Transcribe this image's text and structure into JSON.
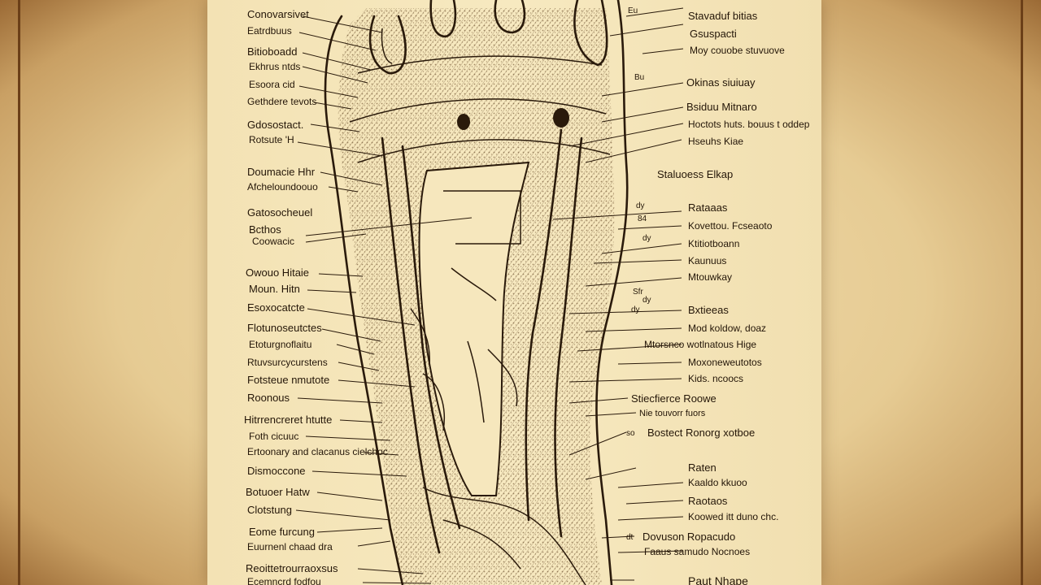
{
  "labels_left": [
    "Conovarsivet",
    "Eatrdbuus",
    "Bitioboadd",
    "Ekhrus ntds",
    "Esoora cid",
    "Gethdere tevots",
    "Gdosostact.",
    "Rotsute 'H",
    "Doumacie Hhr",
    "Afcheloundoouo",
    "Gatosocheuel",
    "Bcthos",
    "Coowacic",
    "Owouo Hitaie",
    "Moun. Hitn",
    "Esoxocatcte",
    "Flotunoseutctes",
    "Etoturgnoflaitu",
    "Rtuvsurcycurstens",
    "Fotsteue nmutote",
    "Roonous",
    "Hitrrencreret htutte",
    "Foth cicuuc",
    "Ertoonary and clacanus cielchoc",
    "Dismoccone",
    "Botuoer Hatw",
    "Clotstung",
    "Eome furcung",
    "Euurnenl chaad dra",
    "Reoittetrourraoxsus",
    "Ecemncrd fodfou"
  ],
  "labels_right": [
    "Stavaduf bitias",
    "Gsuspacti",
    "Moy couobe stuvuove",
    "Okinas siuiuay",
    "Bsiduu Mitnaro",
    "Hoctots huts. bouus t oddep",
    "Hseuhs Kiae",
    "Staluoess Elkap",
    "Rataaas",
    "Kovettou. Fcseaoto",
    "Ktitiotboann",
    "Kaunuus",
    "Mtouwkay",
    "Bxtieeas",
    "Mod koldow, doaz",
    "Mtorsnco wotlnatous Hige",
    "Moxoneweutotos",
    "Kids. ncoocs",
    "Stiecfierce Roowe",
    "Nie touvorr fuors",
    "Bostect Ronorg xotboe",
    "Raten",
    "Kaaldo kkuoo",
    "Raotaos",
    "Koowed itt duno chc.",
    "Dovuson Ropacudo",
    "Faaus samudo Nocnoes",
    "Paut Nhape"
  ],
  "stray_marks": [
    "Eu",
    "Bu",
    "dy",
    "84",
    "dy",
    "Sfr",
    "dy",
    "dy",
    "so",
    "dt"
  ]
}
